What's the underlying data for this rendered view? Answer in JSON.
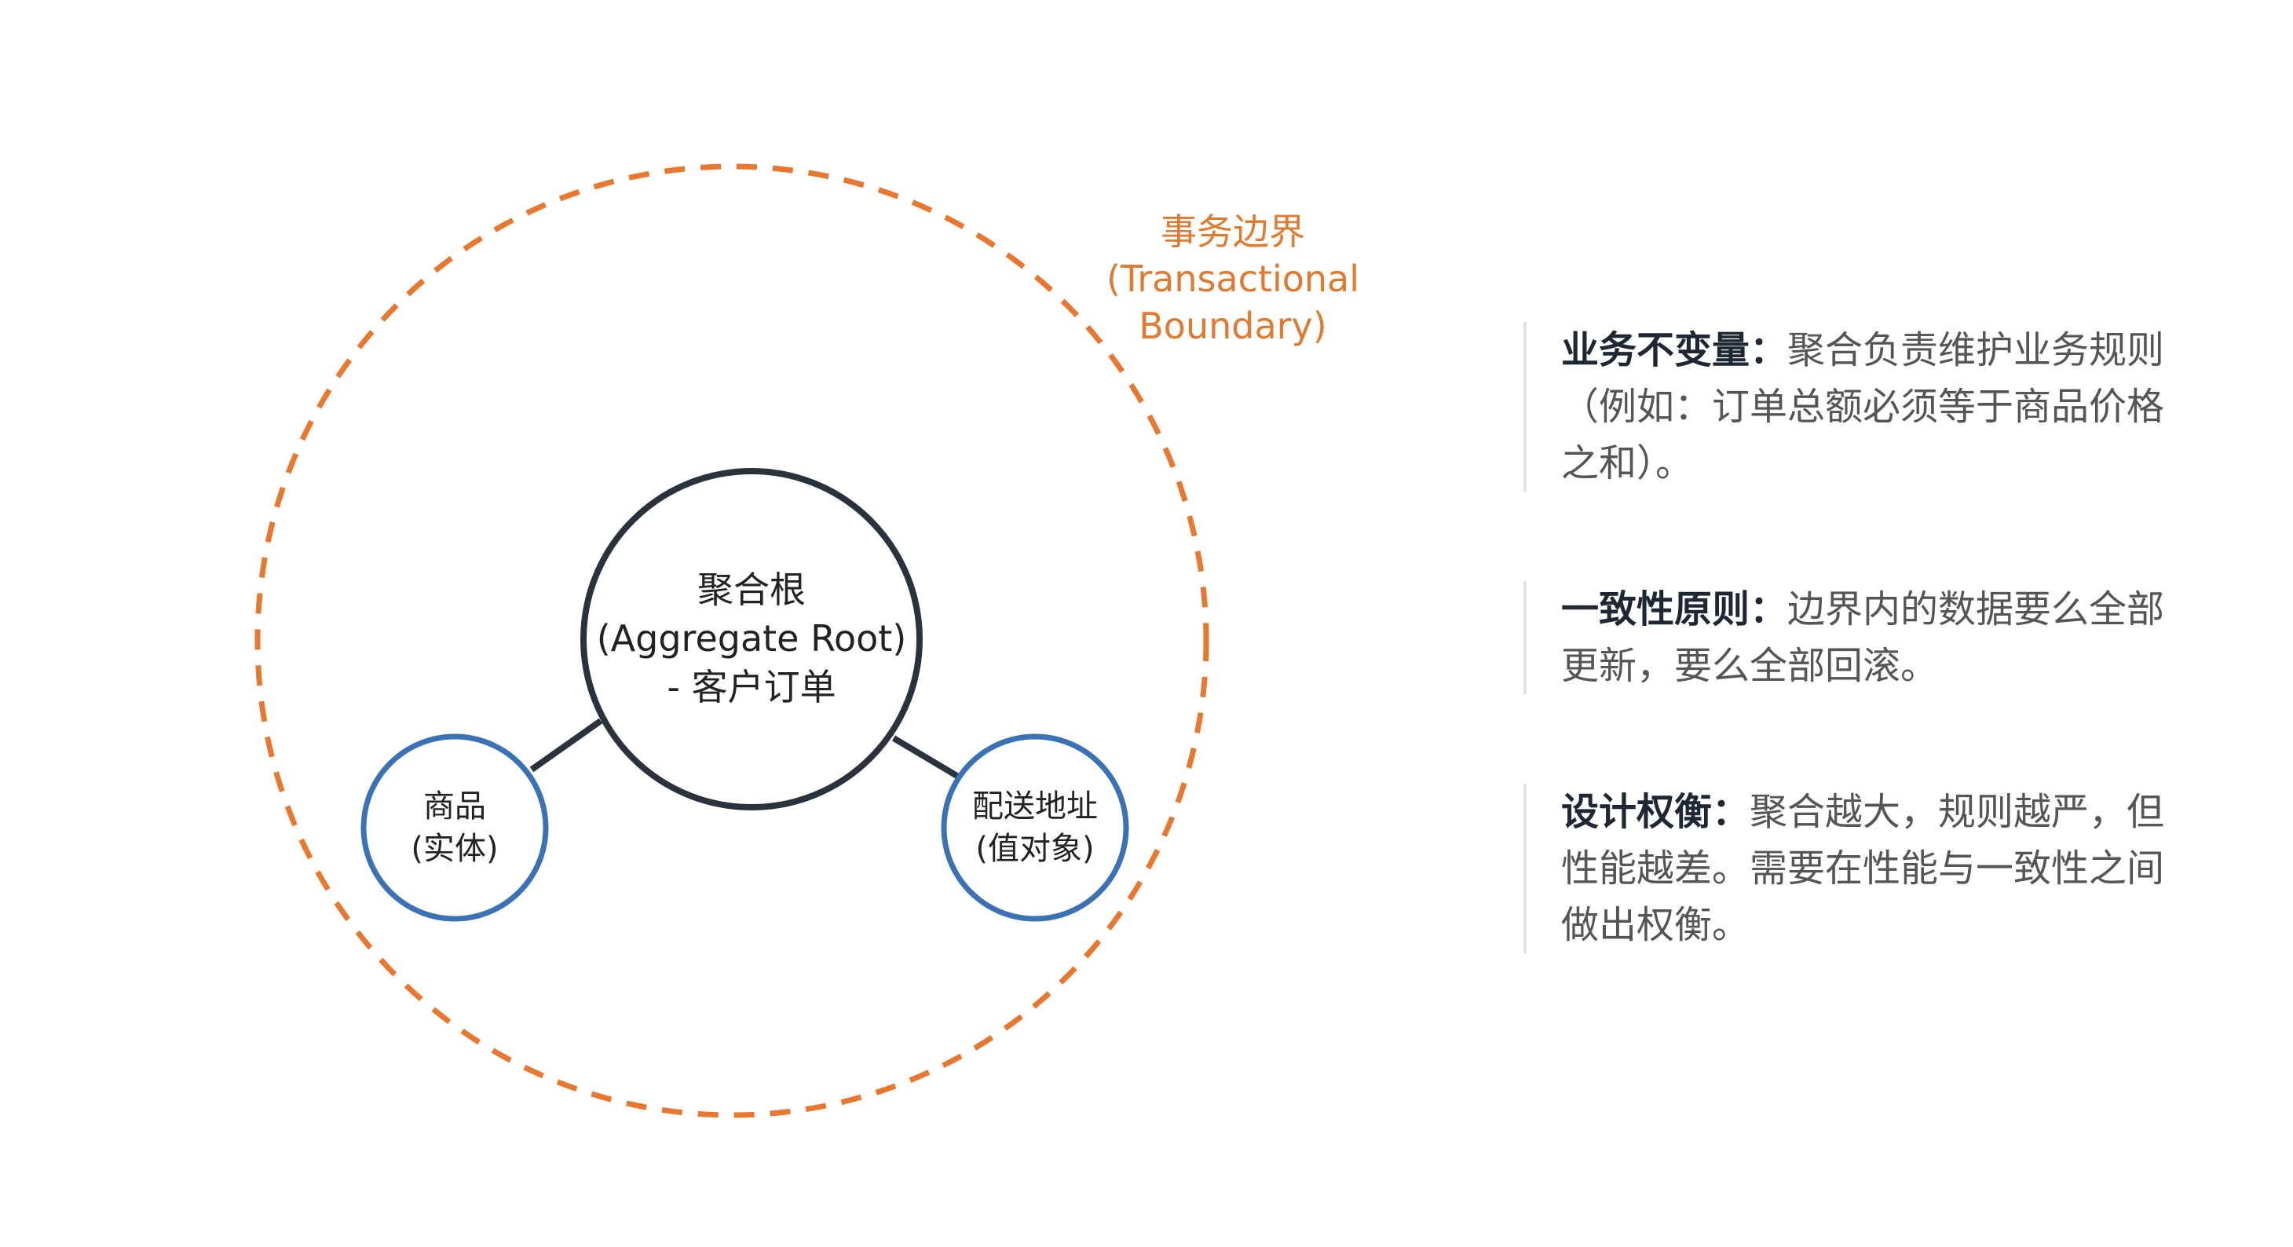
{
  "boundary": {
    "title": "事务边界",
    "subtitle_line1": "(Transactional",
    "subtitle_line2": "Boundary)"
  },
  "root": {
    "line1": "聚合根",
    "line2": "(Aggregate Root)",
    "line3": "- 客户订单"
  },
  "entity": {
    "line1": "商品",
    "line2": "(实体)"
  },
  "value_object": {
    "line1": "配送地址",
    "line2": "(值对象)"
  },
  "notes": [
    {
      "heading": "业务不变量：",
      "body": "聚合负责维护业务规则（例如：订单总额必须等于商品价格之和）。"
    },
    {
      "heading": "一致性原则：",
      "body": "边界内的数据要么全部更新，要么全部回滚。"
    },
    {
      "heading": "设计权衡：",
      "body": "聚合越大，规则越严，但性能越差。需要在性能与一致性之间做出权衡。"
    }
  ],
  "colors": {
    "boundary": "#e8782f",
    "root": "#2a333d",
    "child": "#3a72b5"
  }
}
